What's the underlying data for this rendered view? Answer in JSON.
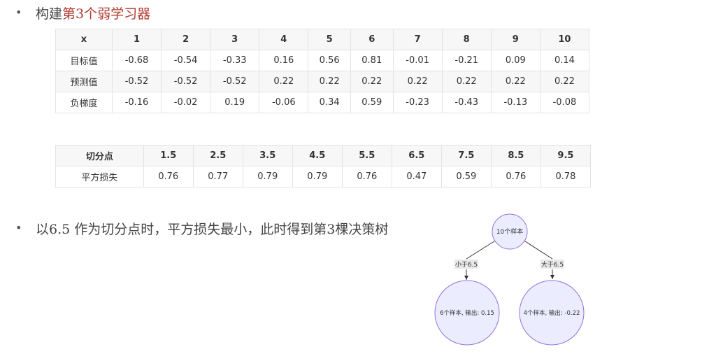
{
  "section1": {
    "prefix": "构建",
    "highlight": "第3个弱学习器"
  },
  "table1": {
    "headers": [
      "x",
      "1",
      "2",
      "3",
      "4",
      "5",
      "6",
      "7",
      "8",
      "9",
      "10"
    ],
    "rows": [
      [
        "目标值",
        "-0.68",
        "-0.54",
        "-0.33",
        "0.16",
        "0.56",
        "0.81",
        "-0.01",
        "-0.21",
        "0.09",
        "0.14"
      ],
      [
        "预测值",
        "-0.52",
        "-0.52",
        "-0.52",
        "0.22",
        "0.22",
        "0.22",
        "0.22",
        "0.22",
        "0.22",
        "0.22"
      ],
      [
        "负梯度",
        "-0.16",
        "-0.02",
        "0.19",
        "-0.06",
        "0.34",
        "0.59",
        "-0.23",
        "-0.43",
        "-0.13",
        "-0.08"
      ]
    ]
  },
  "table2": {
    "headers": [
      "切分点",
      "1.5",
      "2.5",
      "3.5",
      "4.5",
      "5.5",
      "6.5",
      "7.5",
      "8.5",
      "9.5"
    ],
    "rows": [
      [
        "平方损失",
        "0.76",
        "0.77",
        "0.79",
        "0.79",
        "0.76",
        "0.47",
        "0.59",
        "0.76",
        "0.78"
      ]
    ]
  },
  "section2": {
    "text": "以6.5 作为切分点时，平方损失最小，此时得到第3棵决策树"
  },
  "tree": {
    "root": "10个样本",
    "left_edge": "小于6.5",
    "right_edge": "大于6.5",
    "left_leaf": "6个样本, 输出: 0.15",
    "right_leaf": "4个样本, 输出: -0.22",
    "node_fill": "#ececff",
    "node_stroke": "#9370db"
  }
}
